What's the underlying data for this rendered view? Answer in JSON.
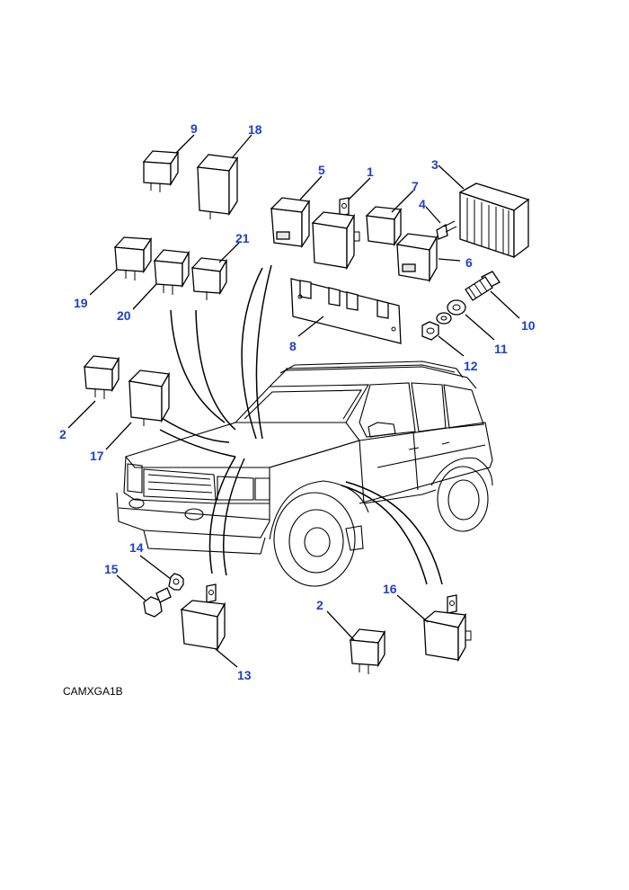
{
  "diagram_code": "CAMXGA1B",
  "callouts": {
    "c1": "1",
    "c2a": "2",
    "c2b": "2",
    "c3": "3",
    "c4": "4",
    "c5": "5",
    "c6": "6",
    "c7": "7",
    "c8": "8",
    "c9": "9",
    "c10": "10",
    "c11": "11",
    "c12": "12",
    "c13": "13",
    "c14": "14",
    "c15": "15",
    "c16": "16",
    "c17": "17",
    "c18": "18",
    "c19": "19",
    "c20": "20",
    "c21": "21"
  },
  "colors": {
    "callout": "#1f3fcc",
    "line": "#000000"
  }
}
